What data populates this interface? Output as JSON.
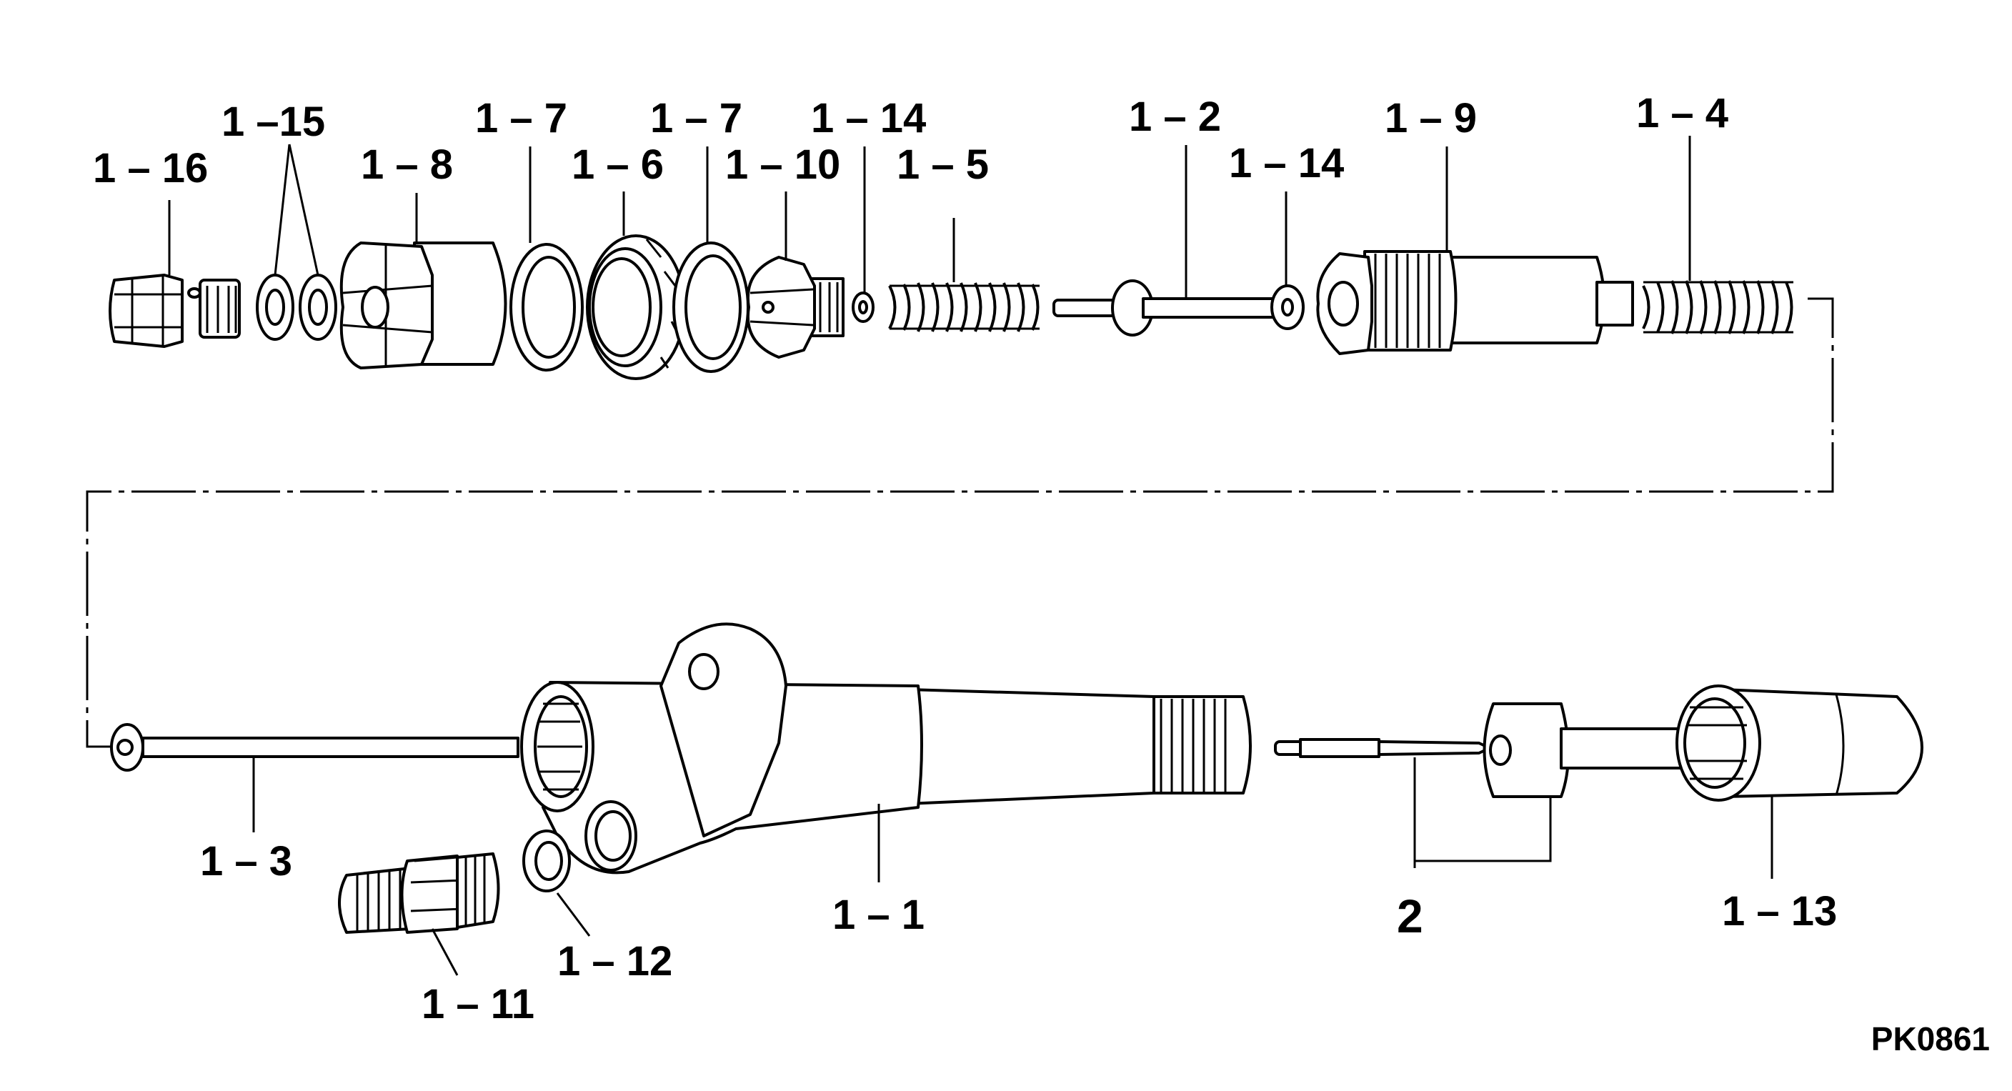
{
  "figure_code": "PK0861",
  "parts": [
    {
      "id": "p1_16",
      "label": "1 – 16"
    },
    {
      "id": "p1_15",
      "label": "1 –15"
    },
    {
      "id": "p1_8",
      "label": "1 – 8"
    },
    {
      "id": "p1_7a",
      "label": "1 – 7"
    },
    {
      "id": "p1_6",
      "label": "1 – 6"
    },
    {
      "id": "p1_7b",
      "label": "1 – 7"
    },
    {
      "id": "p1_10",
      "label": "1 – 10"
    },
    {
      "id": "p1_14a",
      "label": "1 – 14"
    },
    {
      "id": "p1_5",
      "label": "1 – 5"
    },
    {
      "id": "p1_2",
      "label": "1 – 2"
    },
    {
      "id": "p1_14b",
      "label": "1 – 14"
    },
    {
      "id": "p1_9",
      "label": "1 – 9"
    },
    {
      "id": "p1_4",
      "label": "1 – 4"
    },
    {
      "id": "p1_3",
      "label": "1 – 3"
    },
    {
      "id": "p1_11",
      "label": "1 – 11"
    },
    {
      "id": "p1_12",
      "label": "1 – 12"
    },
    {
      "id": "p1_1",
      "label": "1 – 1"
    },
    {
      "id": "p2",
      "label": "2"
    },
    {
      "id": "p1_13",
      "label": "1 – 13"
    }
  ]
}
